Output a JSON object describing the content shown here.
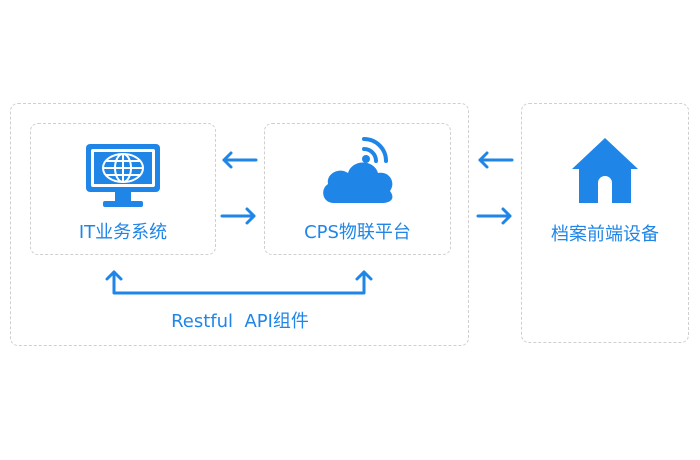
{
  "nodes": {
    "it_system": {
      "label": "IT业务系统",
      "icon": "monitor-globe-icon"
    },
    "cps_platform": {
      "label": "CPS物联平台",
      "icon": "cloud-signal-icon"
    },
    "archive_device": {
      "label": "档案前端设备",
      "icon": "house-icon"
    }
  },
  "connectors": {
    "api": {
      "label": "Restful  API组件"
    }
  },
  "colors": {
    "accent": "#1f86e8",
    "border": "#cfcfcf"
  }
}
